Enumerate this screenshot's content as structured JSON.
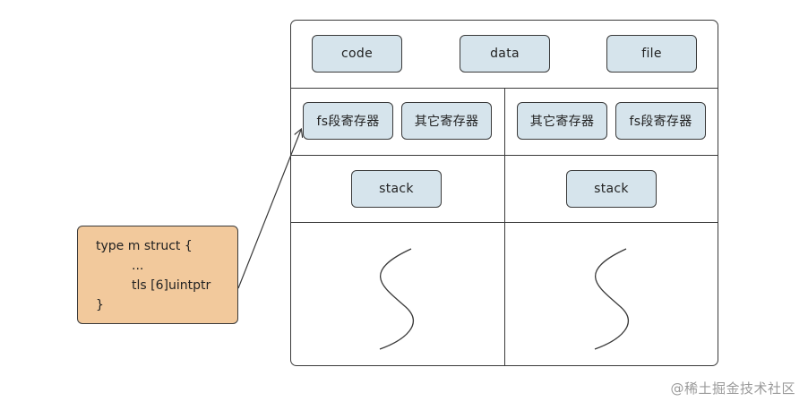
{
  "memory": {
    "code": "code",
    "data": "data",
    "file": "file"
  },
  "left_thread": {
    "fs_register": "fs段寄存器",
    "other_register": "其它寄存器",
    "stack": "stack"
  },
  "right_thread": {
    "other_register": "其它寄存器",
    "fs_register": "fs段寄存器",
    "stack": "stack"
  },
  "struct_code": {
    "line1": "type m struct {",
    "line2": "...",
    "line3": "tls [6]uintptr",
    "line4": "}"
  },
  "watermark": "@稀土掘金技术社区",
  "colors": {
    "box_fill": "#d6e4ec",
    "struct_fill": "#f2c99c",
    "stroke": "#3a3a3a"
  }
}
